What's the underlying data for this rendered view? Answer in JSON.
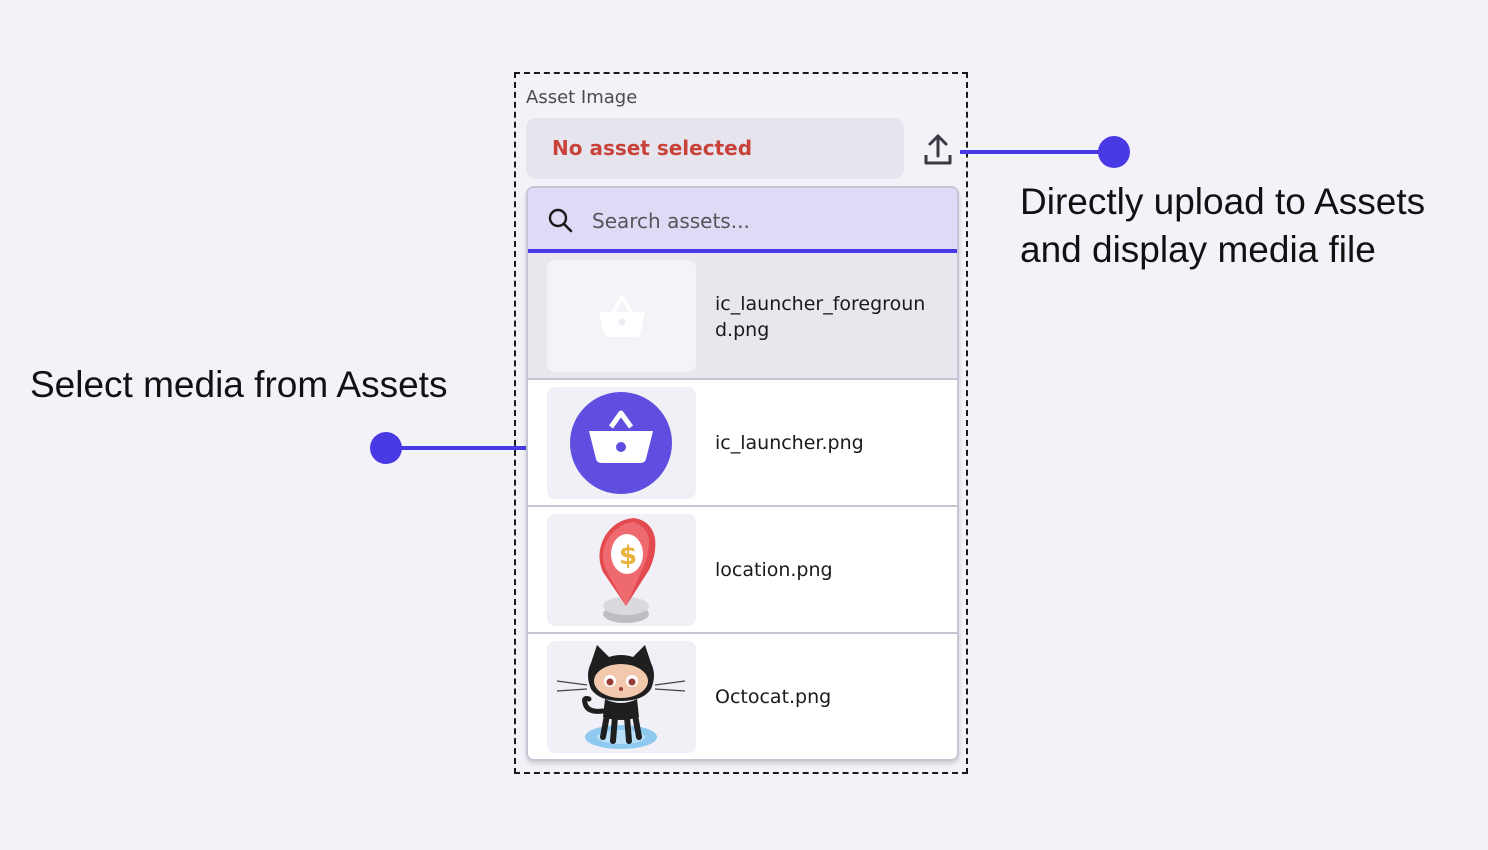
{
  "field": {
    "label": "Asset Image",
    "selected_text": "No asset selected"
  },
  "search": {
    "placeholder": "Search assets..."
  },
  "assets": [
    {
      "name": "ic_launcher_foreground.png",
      "icon": "shopping-basket-icon"
    },
    {
      "name": "ic_launcher.png",
      "icon": "shopping-basket-icon"
    },
    {
      "name": "location.png",
      "icon": "location-pin-icon"
    },
    {
      "name": "Octocat.png",
      "icon": "octocat-icon"
    }
  ],
  "annotations": {
    "upload_line1": "Directly upload to Assets",
    "upload_line2": "and display media file",
    "select": "Select media from Assets"
  },
  "colors": {
    "accent": "#4a3ae5",
    "error_text": "#c8423a",
    "search_bg": "#dedbf7"
  }
}
